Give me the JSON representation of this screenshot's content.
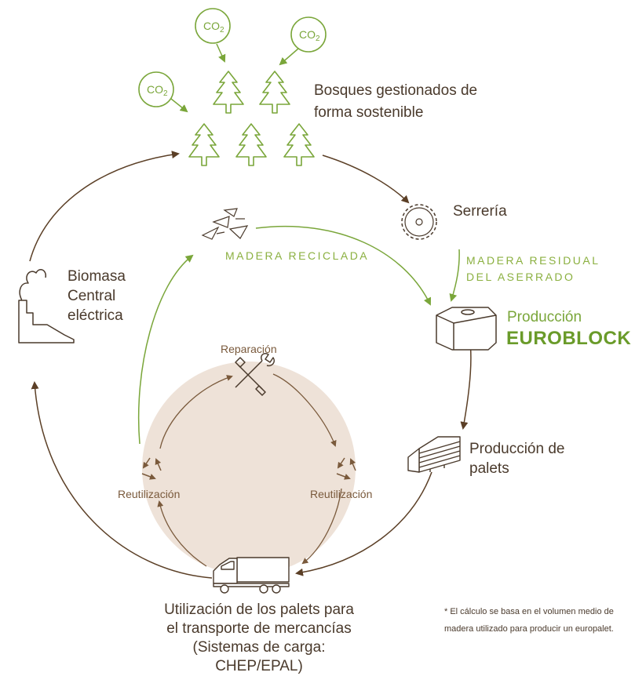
{
  "forest": {
    "label": "Bosques gestionados de forma sostenible"
  },
  "co2": {
    "main": "CO",
    "sub": "2"
  },
  "sawmill": {
    "label": "Serrería"
  },
  "residual_wood": {
    "label": "MADERA RESIDUAL DEL ASERRADO"
  },
  "recycled_wood": {
    "label": "MADERA RECICLADA"
  },
  "production": {
    "label": "Producción",
    "brand": "EUROBLOCK"
  },
  "pallet_production": {
    "label": "Producción de palets"
  },
  "biomass": {
    "label": "Biomasa Central eléctrica"
  },
  "repair": {
    "label": "Reparación"
  },
  "reuse_left": {
    "label": "Reutilización"
  },
  "reuse_right": {
    "label": "Reutilización"
  },
  "usage": {
    "label": "Utilización de los palets para el transporte de mercancías (Sistemas de carga: CHEP/EPAL)"
  },
  "footnote": {
    "text": "* El cálculo se basa en el volumen medio de madera utilizado para producir un europalet."
  },
  "colors": {
    "green": "#7aa63a",
    "brown": "#5b3f26",
    "circle_fill": "#eee2d8"
  },
  "icons": [
    "co2-bubble-icon",
    "pine-tree-icon",
    "saw-blade-icon",
    "wood-chips-icon",
    "euroblock-icon",
    "pallet-icon",
    "power-plant-icon",
    "repair-tools-icon",
    "recycle-icon",
    "truck-icon"
  ]
}
